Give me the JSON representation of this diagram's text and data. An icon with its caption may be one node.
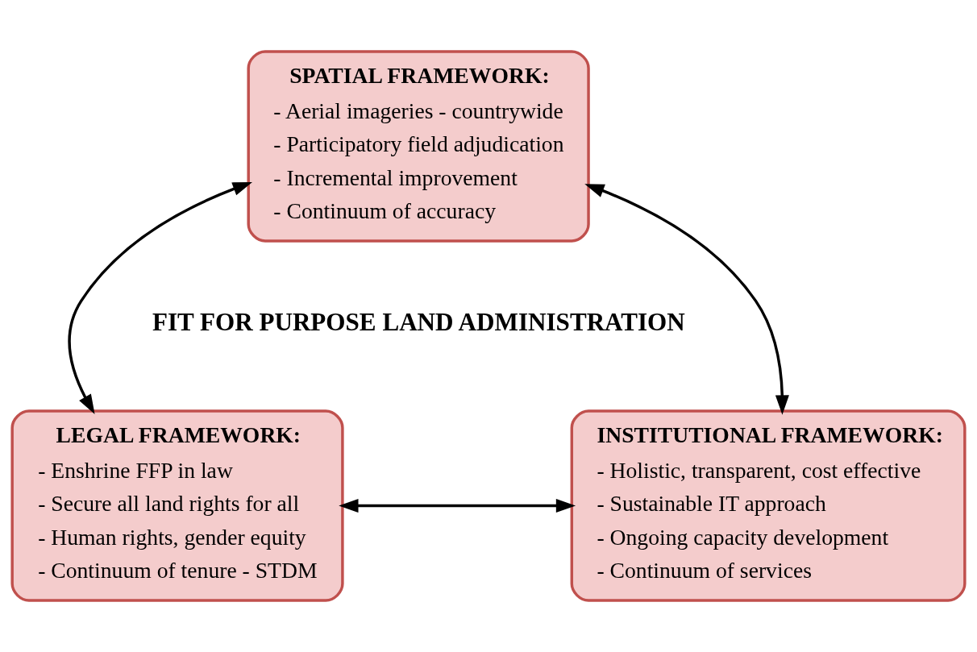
{
  "diagram": {
    "nodes": [
      {
        "text": [
          "SPATIAL FRAMEWORK:",
          "- Aerial imageries - countrywide",
          "- Participatory field adjudication",
          "- Incremental improvement",
          "- Continuum of accuracy"
        ]
      },
      {
        "text": [
          "LEGAL FRAMEWORK:",
          "- Enshrine FFP in law",
          "- Secure all land rights for all",
          "- Human rights, gender equity",
          "- Continuum of tenure - STDM"
        ]
      },
      {
        "text": [
          "INSTITUTIONAL FRAMEWORK:",
          "- Holistic, transparent, cost effective",
          "- Sustainable IT approach",
          "- Ongoing capacity development",
          "- Continuum of services"
        ]
      }
    ],
    "edges": [
      {
        "from": 0,
        "to": 1,
        "arrow": "both"
      },
      {
        "from": 0,
        "to": 2,
        "arrow": "both"
      },
      {
        "from": 1,
        "to": 2,
        "arrow": "both"
      }
    ],
    "labels": [
      "FIT FOR PURPOSE LAND ADMINISTRATION"
    ]
  }
}
